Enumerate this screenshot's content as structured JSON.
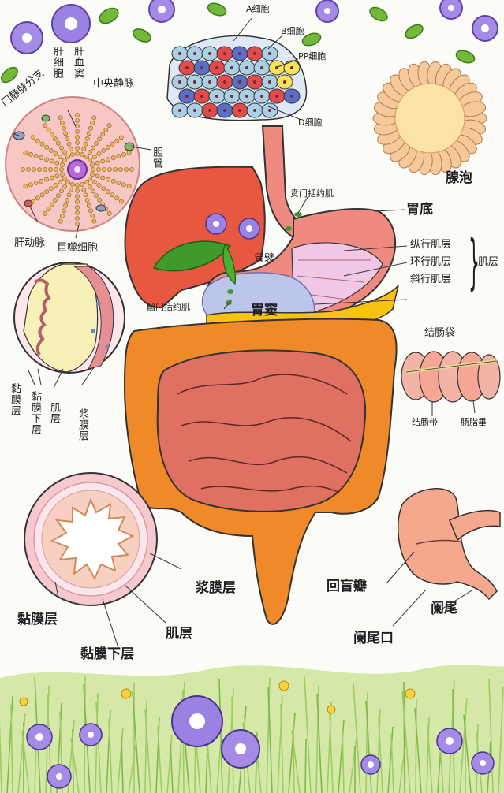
{
  "pancreas_labels": {
    "a_cell": "A细胞",
    "b_cell": "B细胞",
    "pp_cell": "PP细胞",
    "d_cell": "D细胞"
  },
  "liver_labels": {
    "hepatocyte": "肝细胞",
    "sinusoid": "肝血窦",
    "central_vein": "中央静脉",
    "portal_vein_branch": "门静脉分支",
    "bile_duct": "胆管",
    "hepatic_artery": "肝动脉",
    "kupffer_cell": "巨噬细胞"
  },
  "acinus_label": "腺泡",
  "stomach_labels": {
    "cardiac_sphincter": "贲门括约肌",
    "fundus": "胃底",
    "wall": "胃襞",
    "antrum": "胃窦",
    "pyloric_sphincter": "幽门括约肌",
    "longitudinal": "纵行肌层",
    "circular": "环行肌层",
    "oblique": "斜行肌层",
    "muscle_group": "肌层"
  },
  "wall_layers": {
    "mucosa": "黏膜层",
    "submucosa": "黏膜下层",
    "muscle": "肌层",
    "serosa": "浆膜层"
  },
  "colon_labels": {
    "haustra": "结肠袋",
    "taenia": "结肠带",
    "epiploic": "肠脂垂"
  },
  "cross_section_labels": {
    "serosa": "浆膜层",
    "mucosa": "黏膜层",
    "muscle": "肌层",
    "submucosa": "黏膜下层"
  },
  "cecum_labels": {
    "ileocecal_valve": "回盲瓣",
    "appendix": "阑尾",
    "appendix_orifice": "阑尾口"
  },
  "colors": {
    "liver": "#e8573f",
    "stomach": "#ef8a80",
    "large_intestine": "#f08a28",
    "small_intestine": "#df7062",
    "gallbladder": "#f7c30f",
    "antrum": "#bcc6ea",
    "leaf": "#3f9a2b",
    "flower": "#8a6fd8"
  }
}
